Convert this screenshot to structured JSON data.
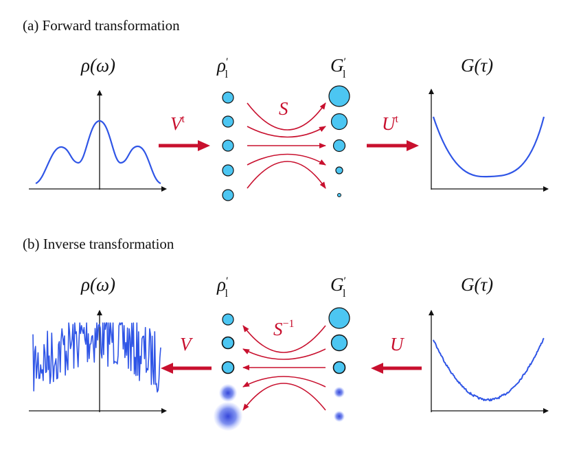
{
  "colors": {
    "curve": "#2f55e6",
    "operator": "#c8102e",
    "coefficient_fill": "#4cc6f2",
    "noisy_coefficient": "#2a3cd8"
  },
  "panel_a": {
    "heading": "(a) Forward transformation",
    "rho_label": "ρ(ω)",
    "rho_l_label": "ρ",
    "G_l_label": "G",
    "G_tau_label": "G(τ)",
    "prime_mark": "′",
    "subscript_l": "l",
    "op_V": "V",
    "op_V_sup": "t",
    "op_S": "S",
    "op_U": "U",
    "op_U_sup": "t",
    "rho_l_circles": 5,
    "G_l_circles": 5
  },
  "panel_b": {
    "heading": "(b) Inverse transformation",
    "rho_label": "ρ(ω)",
    "rho_l_label": "ρ",
    "G_l_label": "G",
    "G_tau_label": "G(τ)",
    "prime_mark": "′",
    "subscript_l": "l",
    "op_V": "V",
    "op_S": "S",
    "op_S_sup": "−1",
    "op_U": "U"
  }
}
